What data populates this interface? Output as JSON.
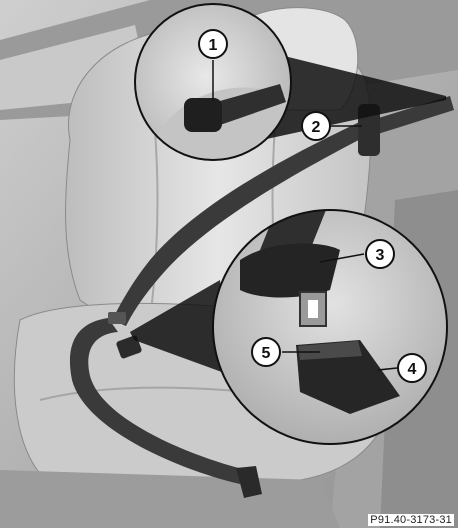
{
  "callouts": [
    {
      "id": "1",
      "label": "1"
    },
    {
      "id": "2",
      "label": "2"
    },
    {
      "id": "3",
      "label": "3"
    },
    {
      "id": "4",
      "label": "4"
    },
    {
      "id": "5",
      "label": "5"
    }
  ],
  "figure_ref": "P91.40-3173-31",
  "colors": {
    "photo_bg": "#b9b9b9",
    "seat": "#d8d8d8",
    "belt": "#3a3a3a",
    "callout_fill": "#ffffff",
    "callout_stroke": "#111111"
  }
}
